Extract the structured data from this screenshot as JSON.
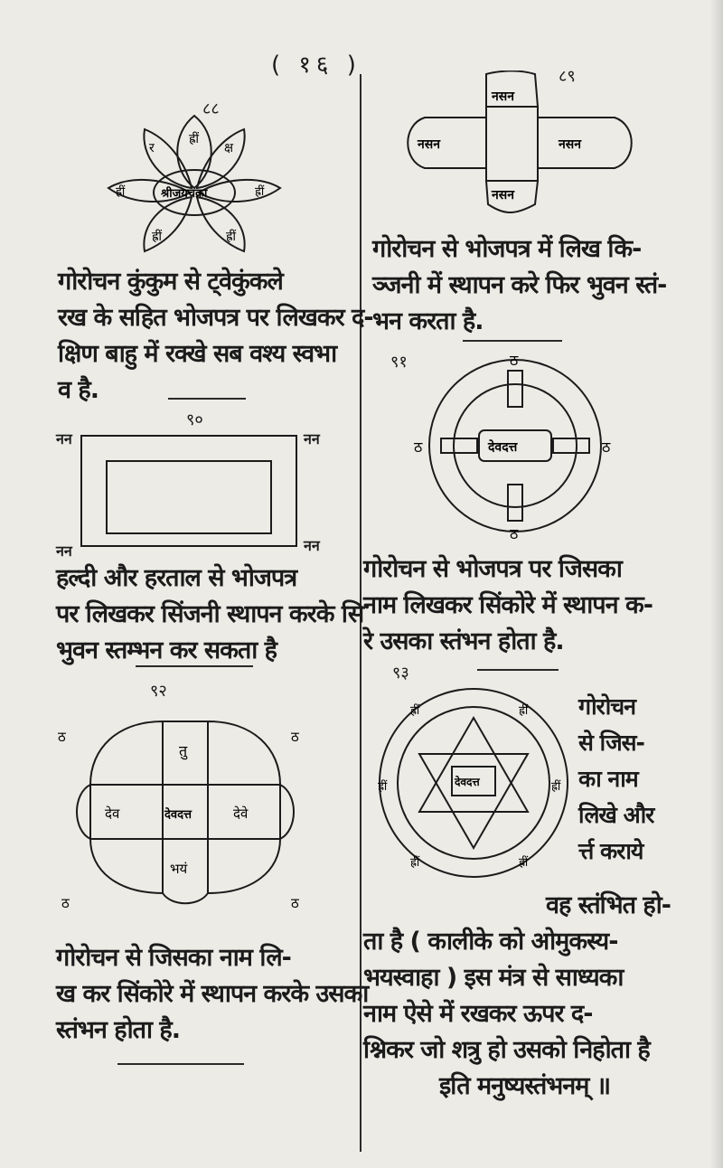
{
  "page_number": "( १६ )",
  "left_column": {
    "figure_88": {
      "number": "८८",
      "lotus_labels": [
        "ह्रीं",
        "क्ष",
        "र",
        "ह्रीं",
        "ह्रीं",
        "ह्रीं",
        "ह्रीं"
      ],
      "center_label": "श्रीजयचक्रा"
    },
    "para1": [
      "गोरोचन कुंकुम से ट्वेकुंकले",
      "रख के सहित भोजपत्र पर लिखकर द-",
      "क्षिण बाहु में रक्खे सब वश्य स्वभा",
      "व है."
    ],
    "figure_90": {
      "number": "९०",
      "corner_labels": [
        "नन",
        "नन",
        "नन",
        "नन"
      ]
    },
    "para2": [
      "हल्दी और हरताल से भोजपत्र",
      "पर लिखकर सिंजनी स्थापन करके सि",
      "भुवन स्तम्भन कर सकता है"
    ],
    "figure_92": {
      "number": "९२",
      "labels": [
        "ठ",
        "ठ",
        "ठ",
        "ठ",
        "तु",
        "देव",
        "देवदत्त",
        "देवे",
        "भयं"
      ]
    },
    "para3": [
      "गोरोचन से जिसका नाम लि-",
      "ख कर सिंकोरे में स्थापन करके उसका",
      "स्तंभन होता है."
    ]
  },
  "right_column": {
    "figure_89": {
      "number": "८९",
      "labels": [
        "नसन",
        "नसन",
        "नसन",
        "नसन"
      ]
    },
    "para1": [
      "गोरोचन से भोजपत्र में लिख कि-",
      "ञ्जनी में स्थापन करे फिर भुवन स्तं-",
      "भन करता है."
    ],
    "figure_91": {
      "number": "९१",
      "labels": [
        "ठ",
        "ठ",
        "ठ",
        "ठ",
        "देवदत्त"
      ]
    },
    "para2": [
      "गोरोचन से भोजपत्र पर जिसका",
      "नाम लिखकर सिंकोरे में स्थापन क-",
      "रे उसका स्तंभन होता है."
    ],
    "figure_93": {
      "number": "९३",
      "labels": [
        "ह्रीं",
        "ह्रीं",
        "ह्रीं",
        "ह्रीं",
        "ह्रीं",
        "ह्रीं",
        "देवदत्त"
      ]
    },
    "side_text": [
      "गोरोचन",
      "से जिस-",
      "का नाम",
      "लिखे और",
      "र्त्त कराये"
    ],
    "para3": [
      "वह स्तंभित हो-",
      "ता है ( कालीके को ओमुकस्य-",
      "भयस्वाहा ) इस मंत्र से साध्यका",
      "नाम ऐसे में रखकर ऊपर द-",
      "श्निकर जो शत्रु हो उसको निहोता है",
      "इति मनुष्यस्तंभनम् ॥"
    ]
  }
}
